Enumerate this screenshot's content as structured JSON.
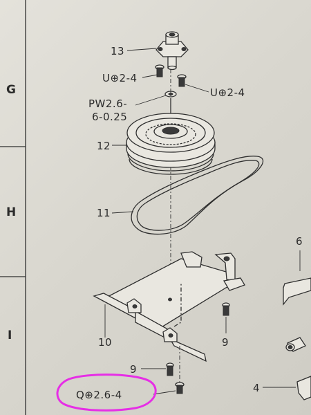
{
  "diagram": {
    "grid_rows": [
      "G",
      "H",
      "I"
    ],
    "labels": {
      "part_13": "13",
      "screw_left": "U⊕2-4",
      "screw_right": "U⊕2-4",
      "washer_line1": "PW2.6-",
      "washer_line2": "6-0.25",
      "part_12": "12",
      "part_11": "11",
      "part_10": "10",
      "part_9a": "9",
      "part_9b": "9",
      "part_6": "6",
      "part_4": "4",
      "screw_bottom": "Q⊕2.6-4"
    },
    "highlight_color": "#e62ee6"
  }
}
